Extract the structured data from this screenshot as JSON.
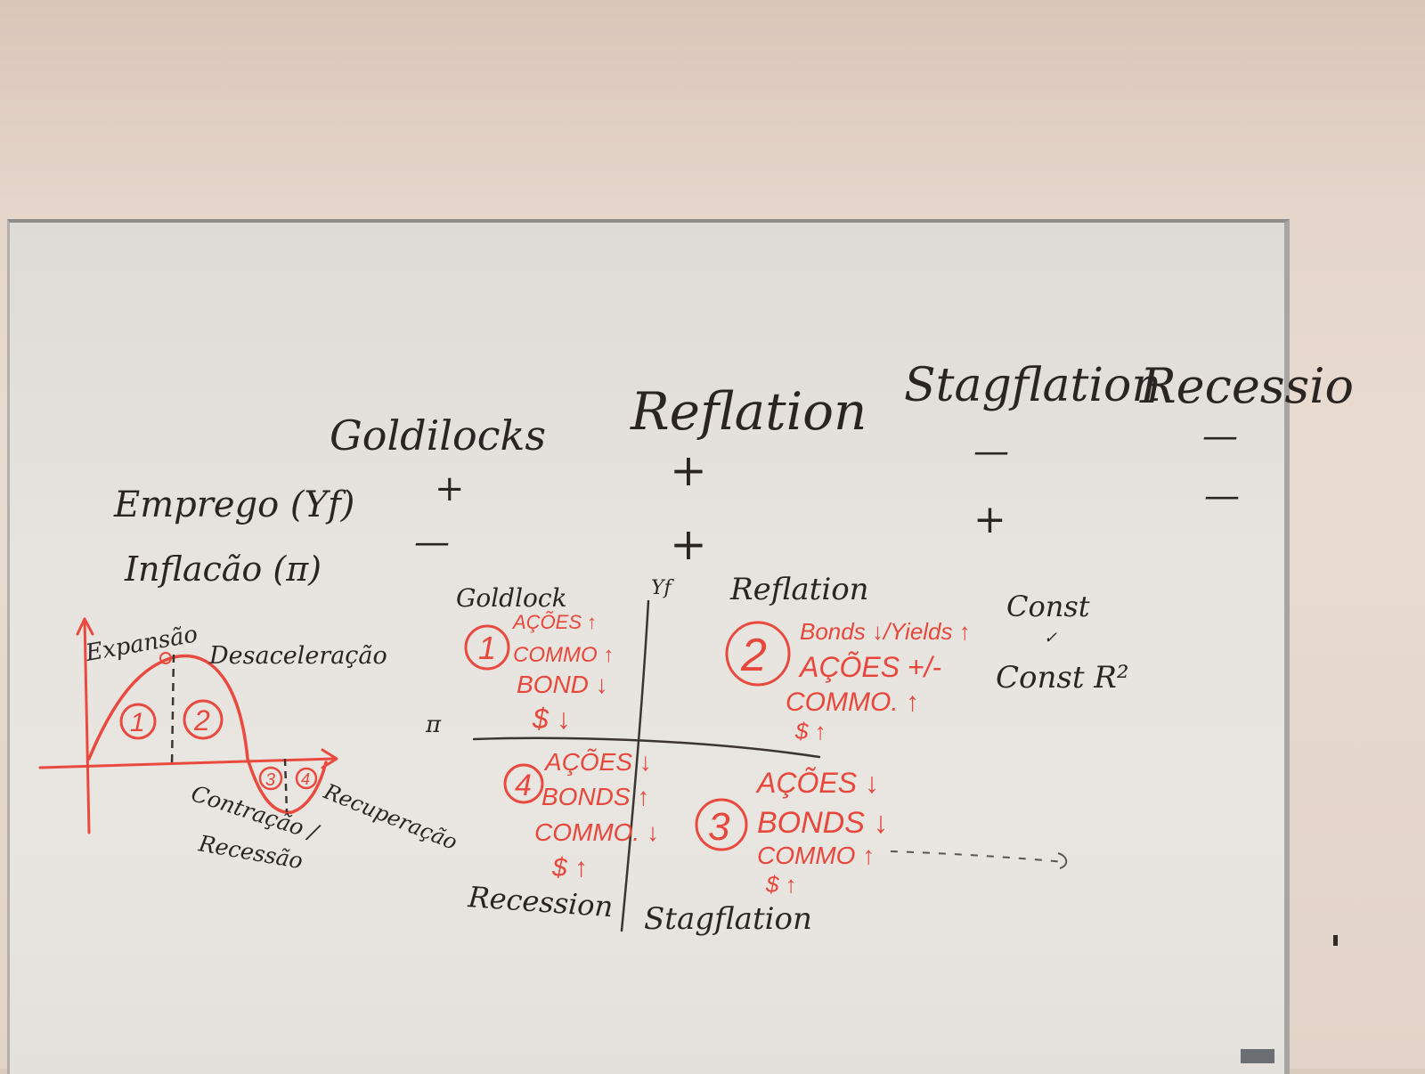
{
  "columns": {
    "goldilocks": "Goldilocks",
    "reflation": "Reflation",
    "stagflation": "Stagflation",
    "recession": "Recessio"
  },
  "rows": {
    "employment": "Emprego (Yf)",
    "inflation": "Inflacão (π)"
  },
  "signs": {
    "goldilocks_employment": "+",
    "goldilocks_inflation": "—",
    "reflation_employment": "+",
    "reflation_inflation": "+",
    "stagflation_employment": "—",
    "stagflation_inflation": "+",
    "recession_employment": "—",
    "recession_inflation": "—"
  },
  "side_notes": {
    "const": "Const",
    "check": "✓",
    "const_r2": "Const R²"
  },
  "cycle": {
    "expansion": "Expansão",
    "deceleration": "Desaceleração",
    "contraction": "Contração /",
    "recession": "Recessão",
    "recovery": "Recuperação",
    "phases": [
      "1",
      "2",
      "3",
      "4"
    ]
  },
  "quadrant_axes": {
    "y_label": "Yf",
    "x_label": "π"
  },
  "quadrants": {
    "q1": {
      "title": "Goldlock",
      "number": "1",
      "lines": [
        "AÇÕES ↑",
        "COMMO ↑",
        "BOND ↓",
        "$ ↓"
      ]
    },
    "q2": {
      "title": "Reflation",
      "number": "2",
      "lines": [
        "Bonds ↓/Yields ↑",
        "AÇÕES +/-",
        "COMMO. ↑",
        "$ ↑"
      ]
    },
    "q3": {
      "title": "Stagflation",
      "number": "3",
      "lines": [
        "AÇÕES ↓",
        "BONDS ↓",
        "COMMO ↑",
        "$ ↑"
      ]
    },
    "q4": {
      "title": "Recession",
      "number": "4",
      "lines": [
        "AÇÕES ↓",
        "BONDS ↑",
        "COMMO. ↓",
        "$ ↑"
      ]
    }
  },
  "colors": {
    "marker_black": "#2a2522",
    "marker_red": "#e8473b",
    "whiteboard": "#e7e4df",
    "wall": "#e3d3c8"
  }
}
